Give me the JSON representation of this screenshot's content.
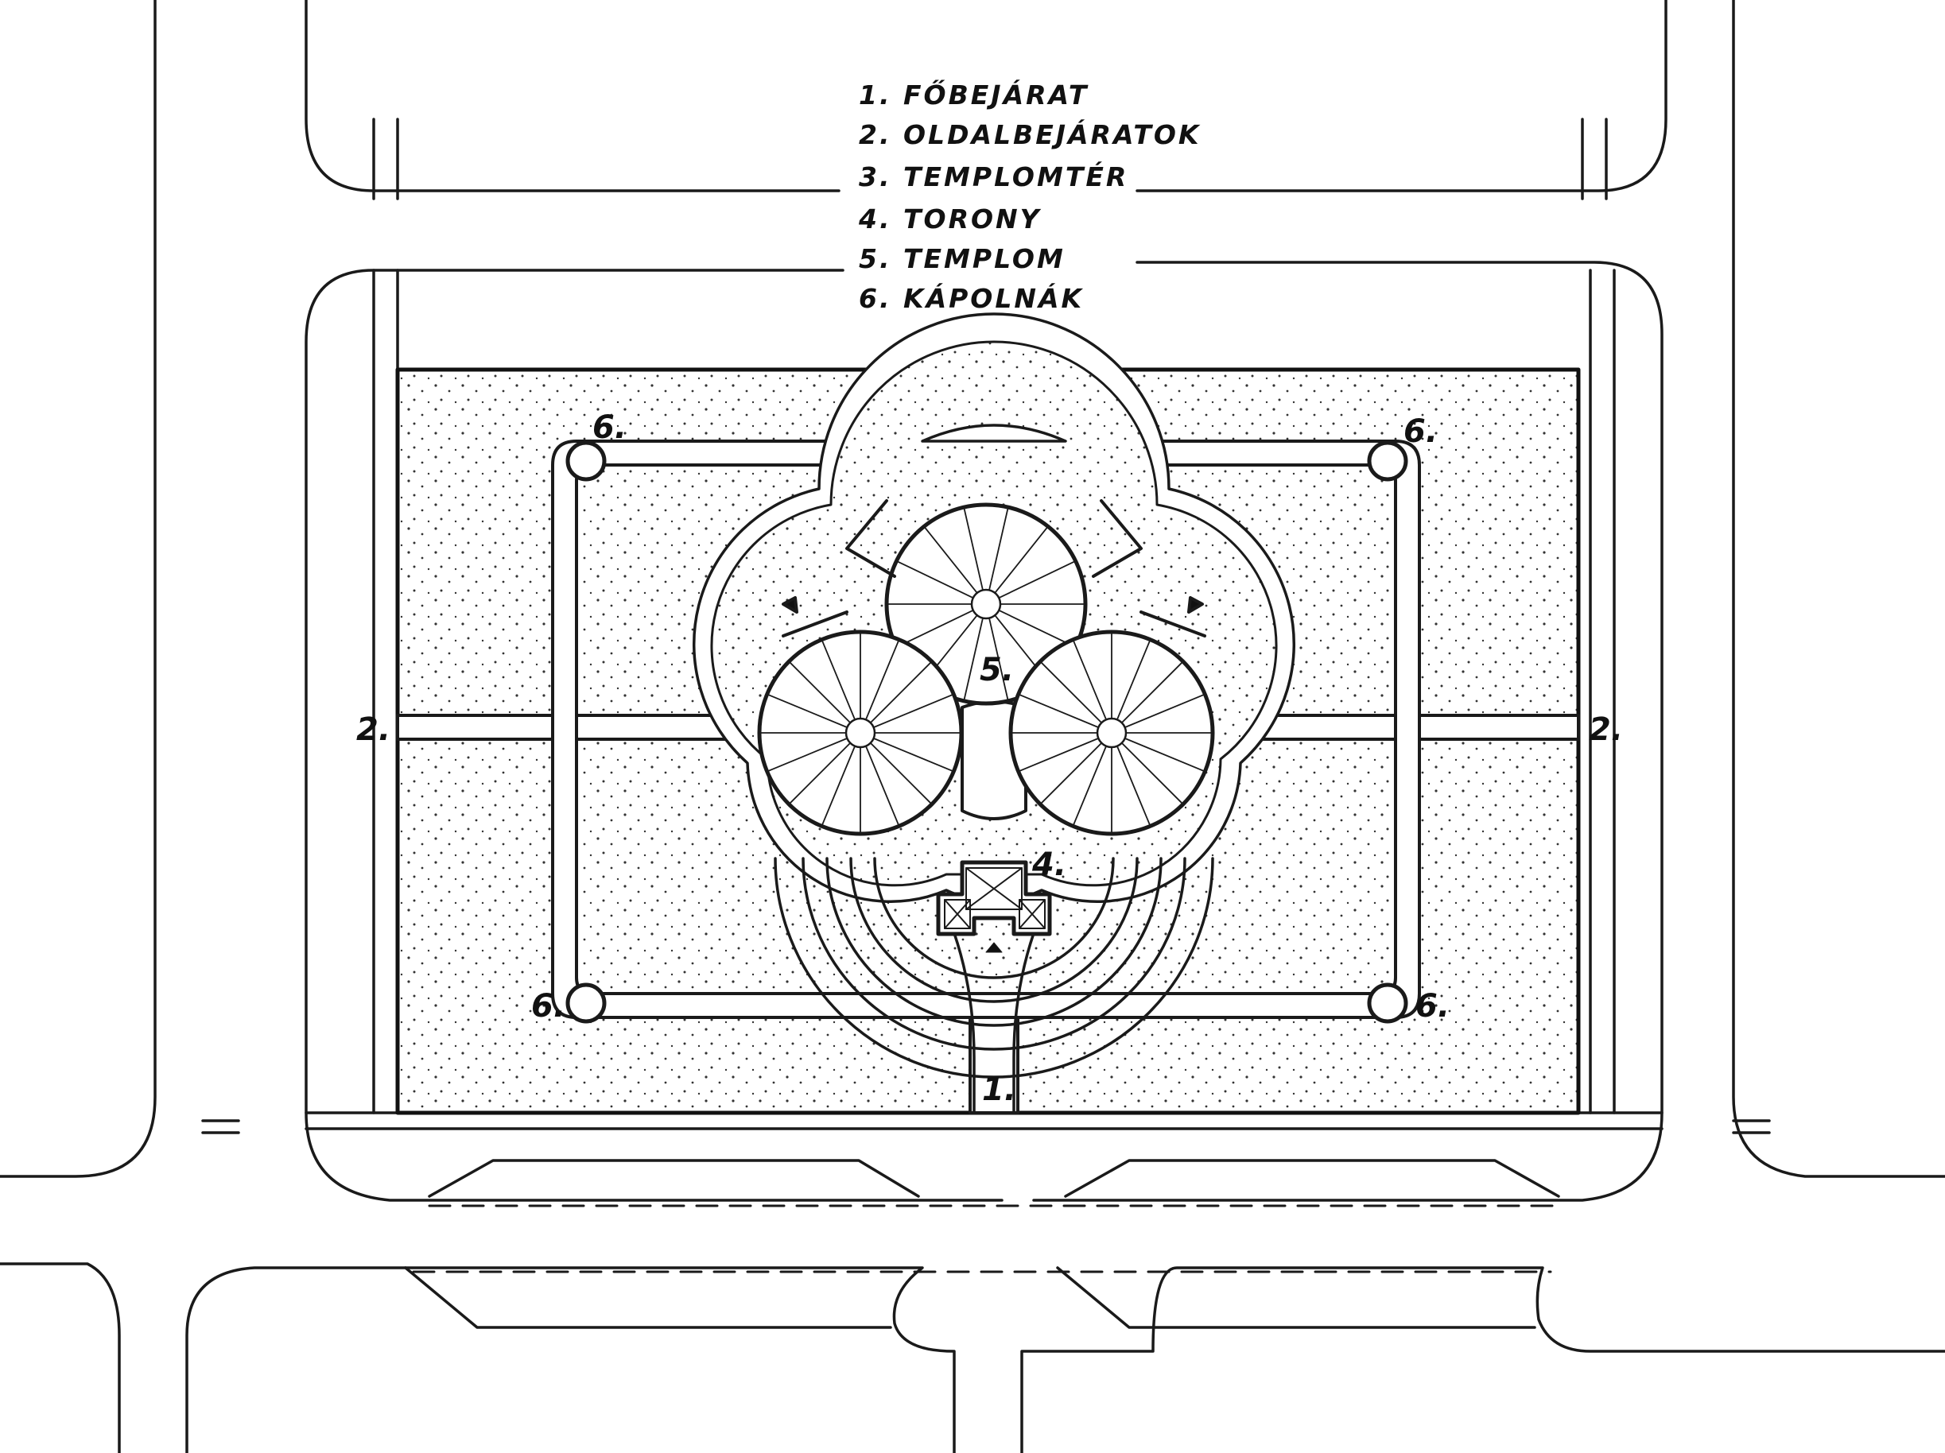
{
  "legend": [
    {
      "number": "1.",
      "label": "FŐBEJÁRAT"
    },
    {
      "number": "2.",
      "label": "OLDALBEJÁRATOK"
    },
    {
      "number": "3.",
      "label": "TEMPLOMTÉR"
    },
    {
      "number": "4.",
      "label": "TORONY"
    },
    {
      "number": "5.",
      "label": "TEMPLOM"
    },
    {
      "number": "6.",
      "label": "KÁPOLNÁK"
    }
  ],
  "markers": {
    "main_entrance": "1.",
    "side_entrance": "2.",
    "tower": "4.",
    "church": "5.",
    "chapel": "6."
  },
  "colors": {
    "ink": "#1a1a1a",
    "paper": "#ffffff"
  }
}
